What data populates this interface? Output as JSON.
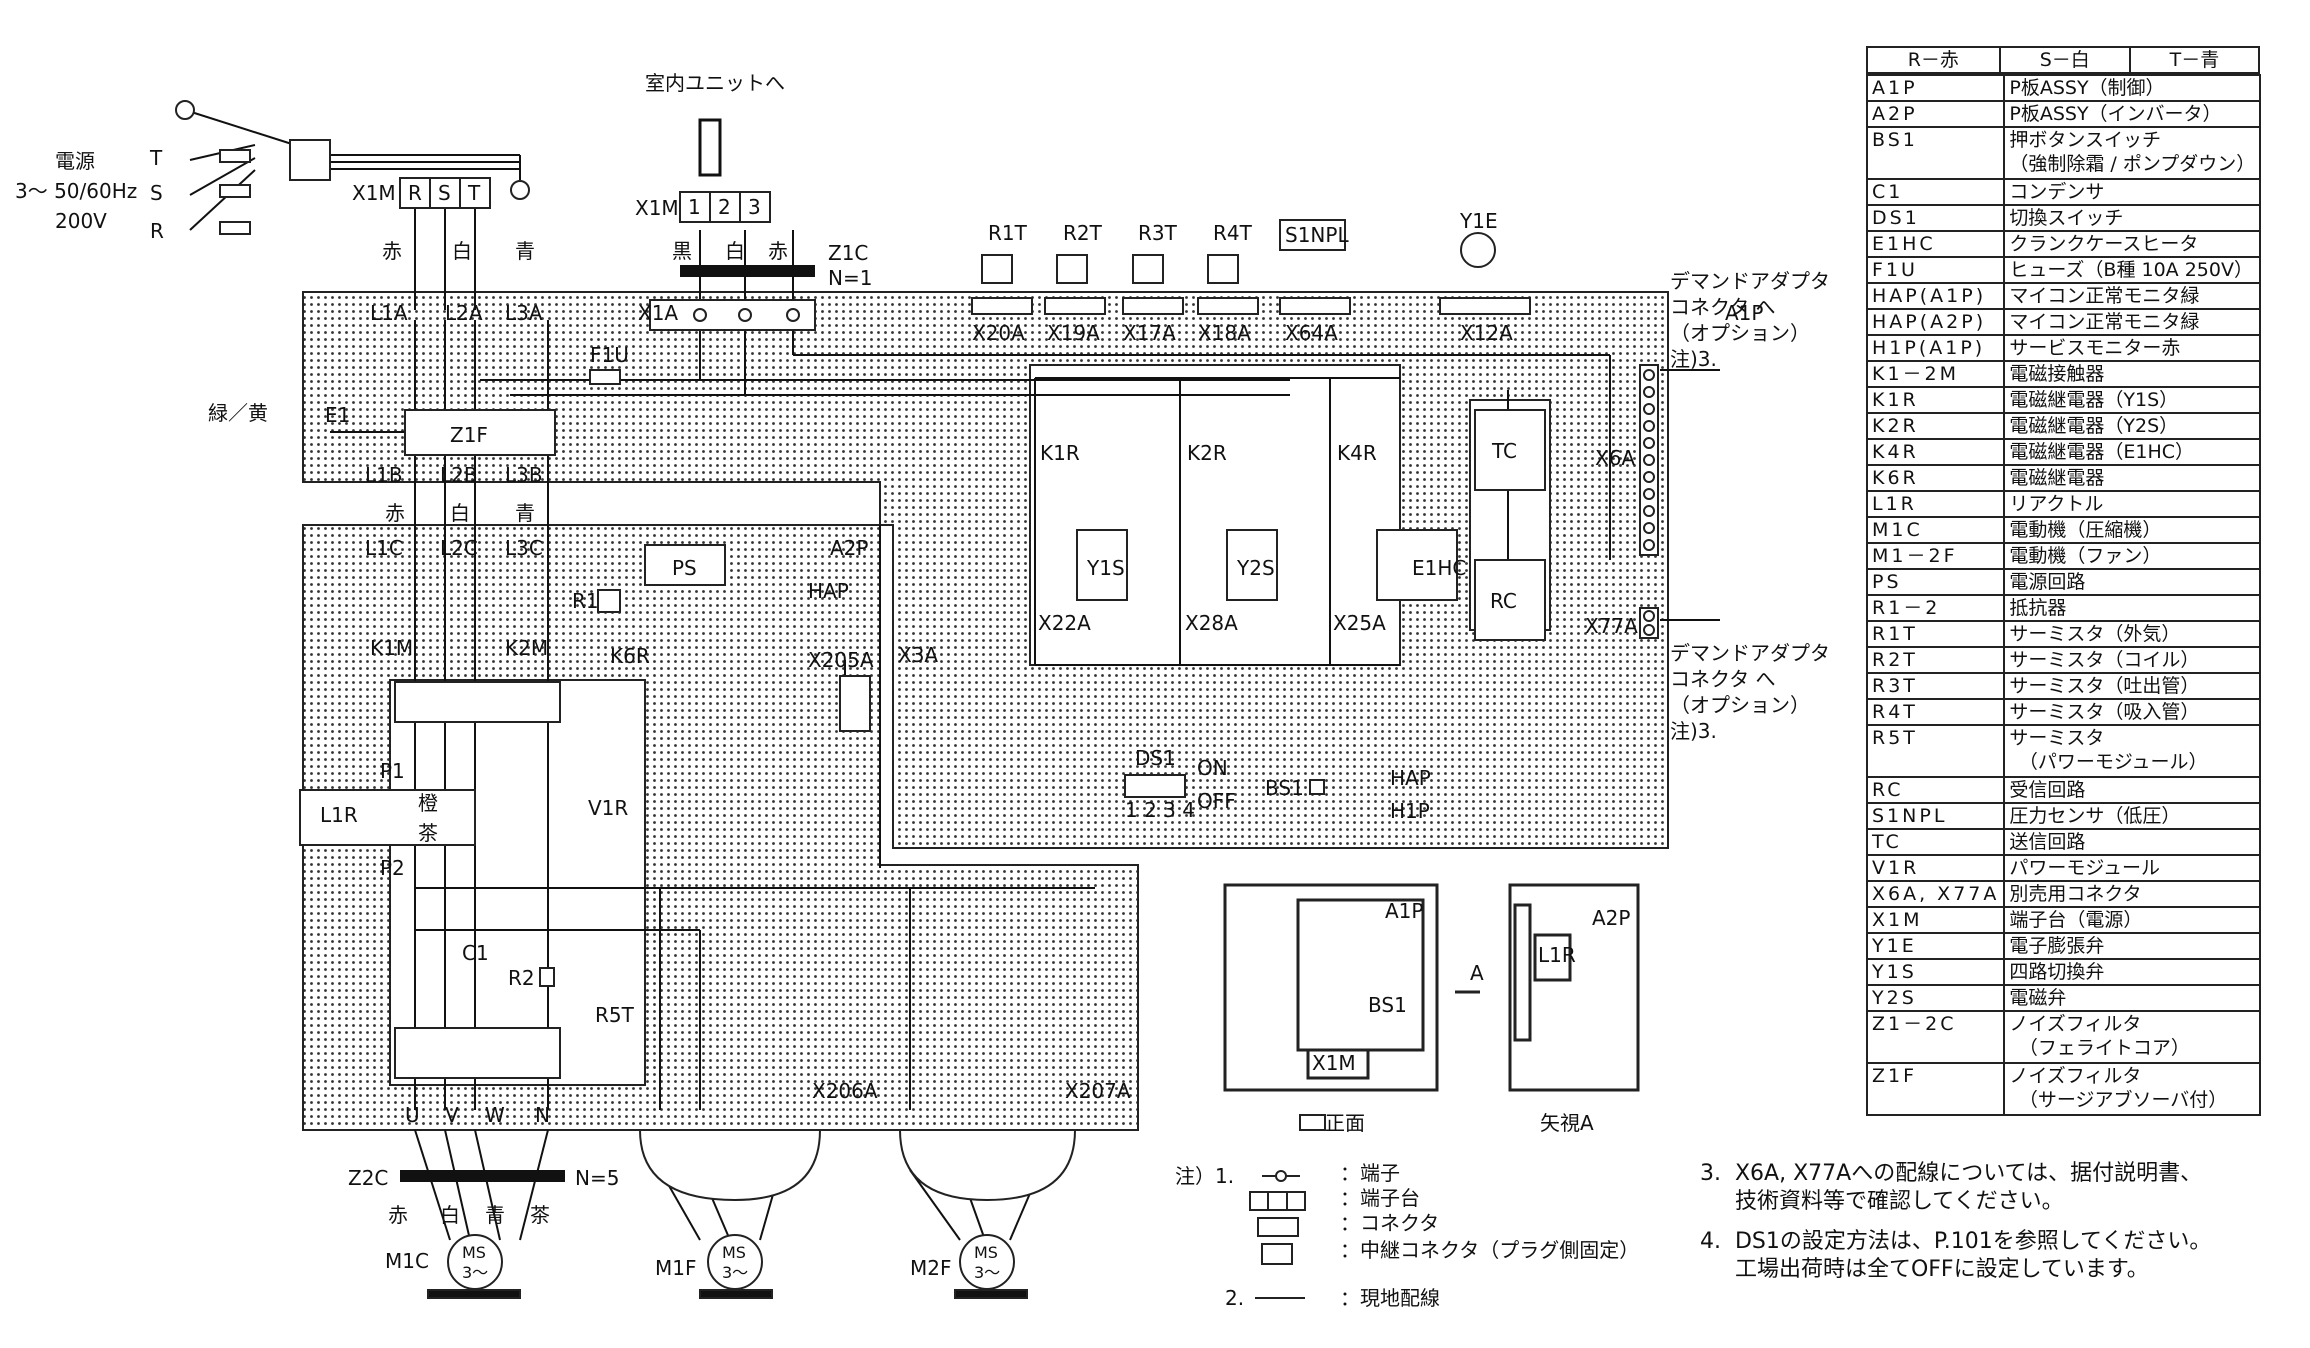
{
  "power": {
    "title": "電源",
    "spec": "3～ 50/60Hz",
    "voltage": "200V",
    "t": "T",
    "s": "S",
    "r": "R",
    "green_yellow": "緑／黄",
    "e1": "E1"
  },
  "indoor_label": "室内ユニットへ",
  "terminals": {
    "x1m": "X1M",
    "rst": [
      "R",
      "S",
      "T"
    ],
    "num": [
      "1",
      "2",
      "3"
    ],
    "colors_top": [
      "赤",
      "白",
      "青"
    ],
    "colors_in": [
      "黒",
      "白",
      "赤"
    ],
    "colors_mid": [
      "赤",
      "白",
      "青"
    ],
    "colors_motor": [
      "赤",
      "白",
      "青",
      "茶"
    ],
    "z1c": "Z1C",
    "z1c_n": "N=1",
    "z2c": "Z2C",
    "z2c_n": "N=5",
    "x1a": "X1A"
  },
  "board_labels": {
    "l1a": "L1A",
    "l2a": "L2A",
    "l3a": "L3A",
    "l1b": "L1B",
    "l2b": "L2B",
    "l3b": "L3B",
    "l1c": "L1C",
    "l2c": "L2C",
    "l3c": "L3C",
    "f1u": "F1U",
    "z1f": "Z1F",
    "a1p": "A1P",
    "a2p": "A2P",
    "ps": "PS",
    "hap": "HAP",
    "r1": "R1",
    "k1m": "K1M",
    "k2m": "K2M",
    "k6r": "K6R",
    "p1": "P1",
    "p2": "P2",
    "l1r": "L1R",
    "l1r_c1": "橙",
    "l1r_c2": "茶",
    "v1r": "V1R",
    "c1": "C1",
    "r2": "R2",
    "r5t": "R5T",
    "u": "U",
    "v": "V",
    "w": "W",
    "n": "N",
    "x205a": "X205A",
    "x3a": "X3A",
    "x206a": "X206A",
    "x207a": "X207A",
    "k1r": "K1R",
    "k2r": "K2R",
    "k4r": "K4R",
    "y1s": "Y1S",
    "y2s": "Y2S",
    "e1hc": "E1HC",
    "x22a": "X22A",
    "x28a": "X28A",
    "x25a": "X25A",
    "tc": "TC",
    "rc": "RC",
    "x6a": "X6A",
    "x77a": "X77A",
    "ds1": "DS1",
    "ds1_nums": "1 2 3 4",
    "on": "ON",
    "off": "OFF",
    "bs1": "BS1",
    "h1p": "H1P",
    "r1t": "R1T",
    "r2t": "R2T",
    "r3t": "R3T",
    "r4t": "R4T",
    "s1npl": "S1NPL",
    "y1e": "Y1E",
    "x20a": "X20A",
    "x19a": "X19A",
    "x17a": "X17A",
    "x18a": "X18A",
    "x64a": "X64A",
    "x12a": "X12A",
    "m1c": "M1C",
    "m1f": "M1F",
    "m2f": "M2F",
    "ms": "MS",
    "ph": "3～"
  },
  "demand": {
    "line1": "デマンドアダプタ",
    "line2": "コネクタ へ",
    "line3": "（オプション）",
    "note": "注)3."
  },
  "unit_view": {
    "a1p": "A1P",
    "a2p": "A2P",
    "bs1": "BS1",
    "x1m": "X1M",
    "l1r": "L1R",
    "arrow": "A",
    "front": "正面",
    "view_a": "矢視A"
  },
  "legend_header": [
    "R－赤",
    "S－白",
    "T－青"
  ],
  "legend": [
    {
      "code": "A1P",
      "desc": "P板ASSY（制御）"
    },
    {
      "code": "A2P",
      "desc": "P板ASSY（インバータ）"
    },
    {
      "code": "BS1",
      "desc": "押ボタンスイッチ\n（強制除霜 / ポンプダウン）"
    },
    {
      "code": "C1",
      "desc": "コンデンサ"
    },
    {
      "code": "DS1",
      "desc": "切換スイッチ"
    },
    {
      "code": "E1HC",
      "desc": "クランクケースヒータ"
    },
    {
      "code": "F1U",
      "desc": "ヒューズ（B種 10A 250V）"
    },
    {
      "code": "HAP(A1P)",
      "desc": "マイコン正常モニタ緑"
    },
    {
      "code": "HAP(A2P)",
      "desc": "マイコン正常モニタ緑"
    },
    {
      "code": "H1P(A1P)",
      "desc": "サービスモニター赤"
    },
    {
      "code": "K1－2M",
      "desc": "電磁接触器"
    },
    {
      "code": "K1R",
      "desc": "電磁継電器（Y1S）"
    },
    {
      "code": "K2R",
      "desc": "電磁継電器（Y2S）"
    },
    {
      "code": "K4R",
      "desc": "電磁継電器（E1HC）"
    },
    {
      "code": "K6R",
      "desc": "電磁継電器"
    },
    {
      "code": "L1R",
      "desc": "リアクトル"
    },
    {
      "code": "M1C",
      "desc": "電動機（圧縮機）"
    },
    {
      "code": "M1－2F",
      "desc": "電動機（ファン）"
    },
    {
      "code": "PS",
      "desc": "電源回路"
    },
    {
      "code": "R1－2",
      "desc": "抵抗器"
    },
    {
      "code": "R1T",
      "desc": "サーミスタ（外気）"
    },
    {
      "code": "R2T",
      "desc": "サーミスタ（コイル）"
    },
    {
      "code": "R3T",
      "desc": "サーミスタ（吐出管）"
    },
    {
      "code": "R4T",
      "desc": "サーミスタ（吸入管）"
    },
    {
      "code": "R5T",
      "desc": "サーミスタ\n　（パワーモジュール）"
    },
    {
      "code": "RC",
      "desc": "受信回路"
    },
    {
      "code": "S1NPL",
      "desc": "圧力センサ（低圧）"
    },
    {
      "code": "TC",
      "desc": "送信回路"
    },
    {
      "code": "V1R",
      "desc": "パワーモジュール"
    },
    {
      "code": "X6A, X77A",
      "desc": "別売用コネクタ"
    },
    {
      "code": "X1M",
      "desc": "端子台（電源）"
    },
    {
      "code": "Y1E",
      "desc": "電子膨張弁"
    },
    {
      "code": "Y1S",
      "desc": "四路切換弁"
    },
    {
      "code": "Y2S",
      "desc": "電磁弁"
    },
    {
      "code": "Z1－2C",
      "desc": "ノイズフィルタ\n　（フェライトコア）"
    },
    {
      "code": "Z1F",
      "desc": "ノイズフィルタ\n　（サージアブソーバ付）"
    }
  ],
  "notes": {
    "head": "注）1.",
    "sym1": "：端子",
    "sym2": "：端子台",
    "sym3": "：コネクタ",
    "sym4": "：中継コネクタ（プラグ側固定）",
    "n2": "2.",
    "sym5": "：現地配線",
    "n3": "3.  X6A, X77Aへの配線については、据付説明書、\n     技術資料等で確認してください。",
    "n4": "4.  DS1の設定方法は、P.101を参照してください。\n     工場出荷時は全てOFFに設定しています。"
  }
}
